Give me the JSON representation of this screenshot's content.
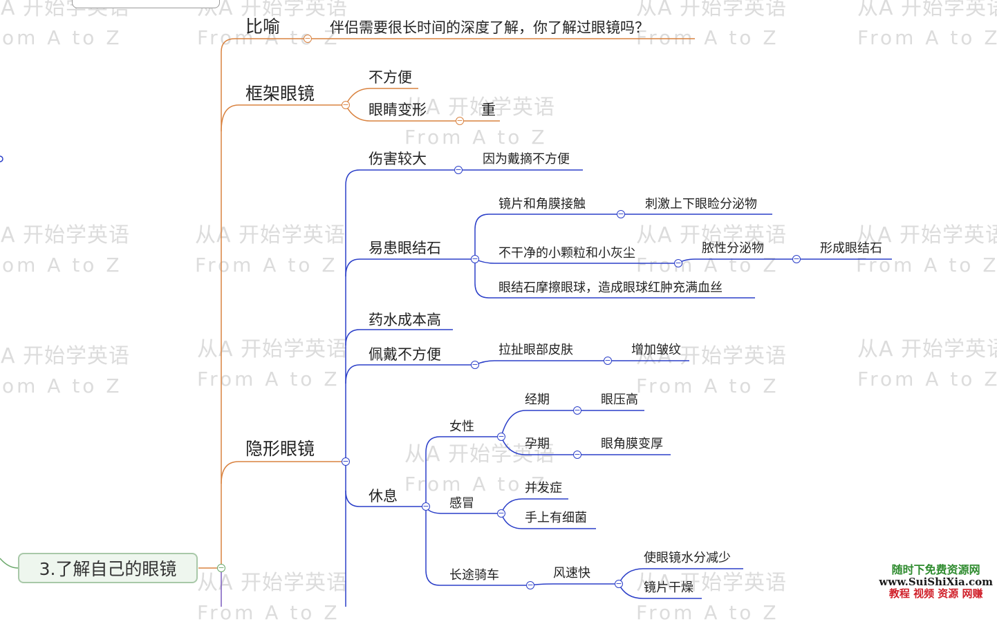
{
  "watermark": {
    "cn": "从A 开始学英语",
    "en": "From A to Z"
  },
  "root": {
    "label": "3.了解自己的眼镜"
  },
  "branches": {
    "biyu": {
      "label": "比喻",
      "child": "伴侣需要很长时间的深度了解，你了解过眼镜吗？"
    },
    "kuangjia": {
      "label": "框架眼镜",
      "c1": "不方便",
      "c2": "眼睛变形",
      "c2a": "重"
    },
    "yinxing": {
      "label": "隐形眼镜",
      "shanghai": {
        "label": "伤害较大",
        "child": "因为戴摘不方便"
      },
      "jieshi": {
        "label": "易患眼结石",
        "c1": "镜片和角膜接触",
        "c1a": "刺激上下眼睑分泌物",
        "c2": "不干净的小颗粒和小灰尘",
        "c2a": "脓性分泌物",
        "c2b": "形成眼结石",
        "c3": "眼结石摩擦眼球，造成眼球红肿充满血丝"
      },
      "yaoshui": {
        "label": "药水成本高"
      },
      "peidai": {
        "label": "佩戴不方便",
        "c1": "拉扯眼部皮肤",
        "c1a": "增加皱纹"
      },
      "xiuxi": {
        "label": "休息",
        "nvxing": {
          "label": "女性",
          "c1": "经期",
          "c1a": "眼压高",
          "c2": "孕期",
          "c2a": "眼角膜变厚"
        },
        "ganmao": {
          "label": "感冒",
          "c1": "并发症",
          "c2": "手上有细菌"
        },
        "qiche": {
          "label": "长途骑车",
          "c1": "风速快",
          "c1a": "使眼镜水分减少",
          "c1b": "镜片干燥"
        }
      }
    }
  },
  "branding": {
    "line1": "随时下免费资源网",
    "line2": "www.SuiShiXia.com",
    "line3": "教程 视频 资源 网赚"
  },
  "colors": {
    "orange": "#d9823f",
    "blue": "#2a3ec8",
    "purple": "#7a5bbd",
    "green": "#6aa86a",
    "brand_green": "#2e8b2e",
    "brand_red": "#d0202a"
  }
}
